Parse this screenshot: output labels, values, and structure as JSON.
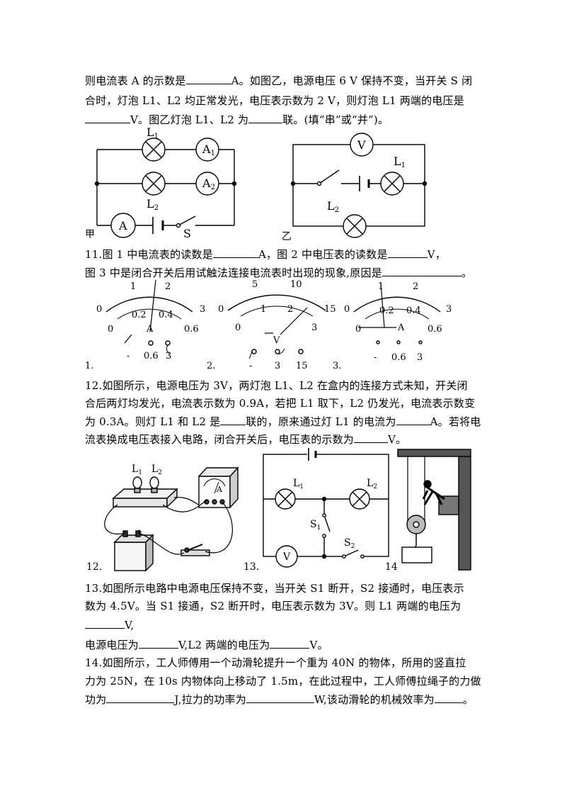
{
  "para10": {
    "l1_a": "则电流表 A 的示数是",
    "l1_b": "A。如图乙，电源电压 6 V 保持不变，当开关 S 闭",
    "l2": "合时，灯泡 L1、L2 均正常发光，电压表示数为 2 V，则灯泡 L1 两端的电压是",
    "l3_a": "V。图乙灯泡 L1、L2 为",
    "l3_b": "联。(填“串”或“并”)。"
  },
  "fig10": {
    "jia": "甲",
    "yi": "乙",
    "L": "L",
    "sub1": "1",
    "sub2": "2",
    "A": "A",
    "V": "V",
    "S": "S"
  },
  "q11": {
    "l1_a": "11.图 1 中电流表的读数是",
    "l1_b": "A，图 2 中电压表的读数是",
    "l1_c": "V，",
    "l2_a": "图 3 中是闭合开关后用试触法连接电流表时出现的现象,原因是",
    "l2_b": "。"
  },
  "meters": {
    "m1_top": [
      "1",
      "2"
    ],
    "m1_top_end": [
      "0",
      "3"
    ],
    "m1_bot": [
      "0",
      "0.2",
      "0.4",
      "0.6"
    ],
    "m2_top": [
      "5",
      "10",
      "15"
    ],
    "m2_top_start": "0",
    "m2_bot": [
      "1",
      "2",
      "3"
    ],
    "m2_bot_start": "0",
    "unit_A": "A",
    "unit_V": "V",
    "t1": [
      "-",
      "0.6",
      "3"
    ],
    "t2": [
      "-",
      "3",
      "15"
    ],
    "t3": [
      "-",
      "0.6",
      "3"
    ],
    "n1": "1.",
    "n2": "2.",
    "n3": "3."
  },
  "q12": {
    "l1": "12.如图所示，电源电压为 3V，两灯泡 L1、L2 在盒内的连接方式未知，开关闭",
    "l2": "合后两灯均发光，电流表示数为 0.9A，若把 L1 取下，L2 仍发光，电流表示数变",
    "l3_a": "为 0.3A。则灯 L1 和 L2 是",
    "l3_b": "联的，原来通过灯 L1 的电流为",
    "l3_c": "A。若将电",
    "l4_a": "流表换成电压表接入电路，闭合开关后，电压表的示数为",
    "l4_b": "V。"
  },
  "figs": {
    "n12": "12.",
    "n13": "13.",
    "n14": "14",
    "plus": "+"
  },
  "q13": {
    "l1": "13.如图所示电路中电源电压保持不变，当开关 S1 断开，S2 接通时，电压表示",
    "l2": "数为 4.5V。当 S1 接通，S2 断开时，电压表示数为 3V。则 L1 两端的电压为",
    "l3": "V,",
    "l4_a": "电源电压为",
    "l4_b": "V,L2 两端的电压为",
    "l4_c": "V。"
  },
  "q14": {
    "l1": "14.如图所示，工人师傅用一个动滑轮提升一个重为 40N 的物体，所用的竖直拉",
    "l2": "力为 25N，在 10s 内物体向上移动了 1.5m，在此过程中，工人师傅拉绳子的力做",
    "l3_a": "功为",
    "l3_b": "J,拉力的功率为",
    "l3_c": "W,该动滑轮的机械效率为",
    "l3_d": "。"
  }
}
